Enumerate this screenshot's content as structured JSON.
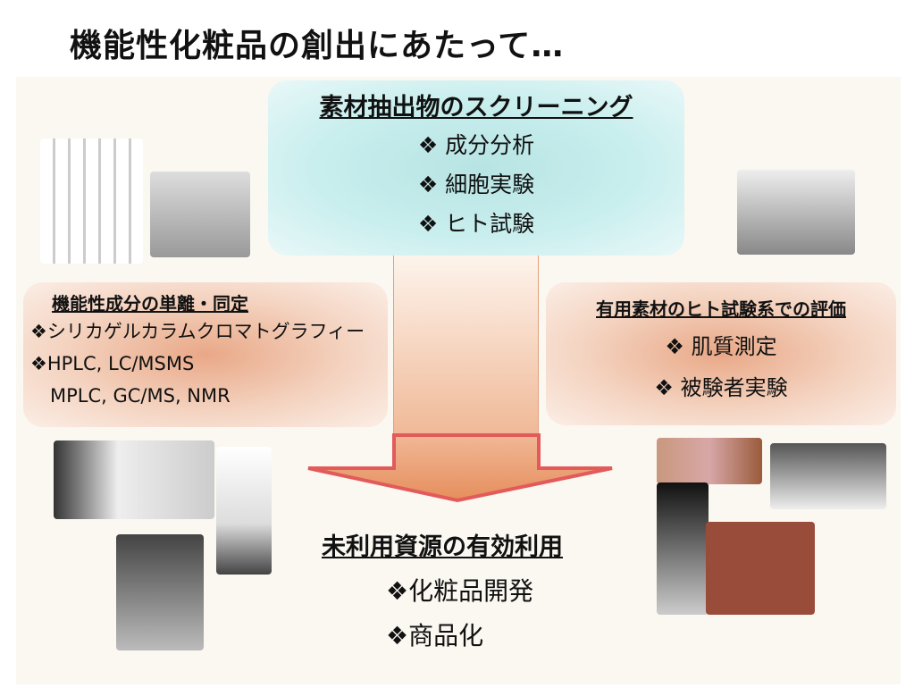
{
  "title": "機能性化粧品の創出にあたって…",
  "screening": {
    "heading": "素材抽出物のスクリーニング",
    "items": [
      "❖ 成分分析",
      "❖ 細胞実験",
      "❖ ヒト試験"
    ]
  },
  "isolation": {
    "heading": "機能性成分の単離・同定",
    "items": [
      "❖シリカゲルカラムクロマトグラフィー",
      "❖HPLC, LC/MSMS",
      "MPLC, GC/MS, NMR"
    ]
  },
  "evaluation": {
    "heading": "有用素材のヒト試験系での評価",
    "items": [
      "❖ 肌質測定",
      "❖ 被験者実験"
    ]
  },
  "utilization": {
    "heading": "未利用資源の有効利用",
    "items": [
      "❖化粧品開発",
      "❖商品化"
    ]
  }
}
